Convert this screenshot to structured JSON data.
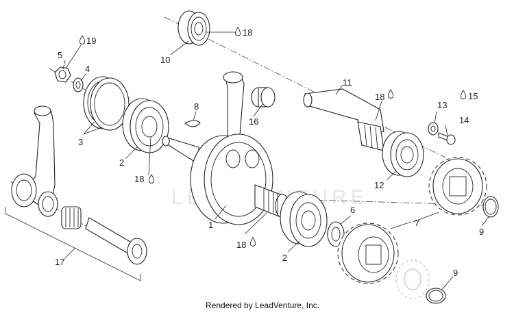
{
  "diagram": {
    "footer": "Rendered by LeadVenture, Inc.",
    "watermark": "LEADVENTURE",
    "callouts": {
      "c1": "1",
      "c2a": "2",
      "c2b": "2",
      "c3": "3",
      "c4": "4",
      "c5": "5",
      "c6": "6",
      "c7": "7",
      "c8": "8",
      "c9a": "9",
      "c9b": "9",
      "c10": "10",
      "c11": "11",
      "c12": "12",
      "c13": "13",
      "c14": "14",
      "c15": "15",
      "c16": "16",
      "c17": "17",
      "c18a": "18",
      "c18b": "18",
      "c18c": "18",
      "c18d": "18",
      "c19": "19"
    },
    "icons": {
      "lubricant": "oil-drop-icon"
    }
  }
}
